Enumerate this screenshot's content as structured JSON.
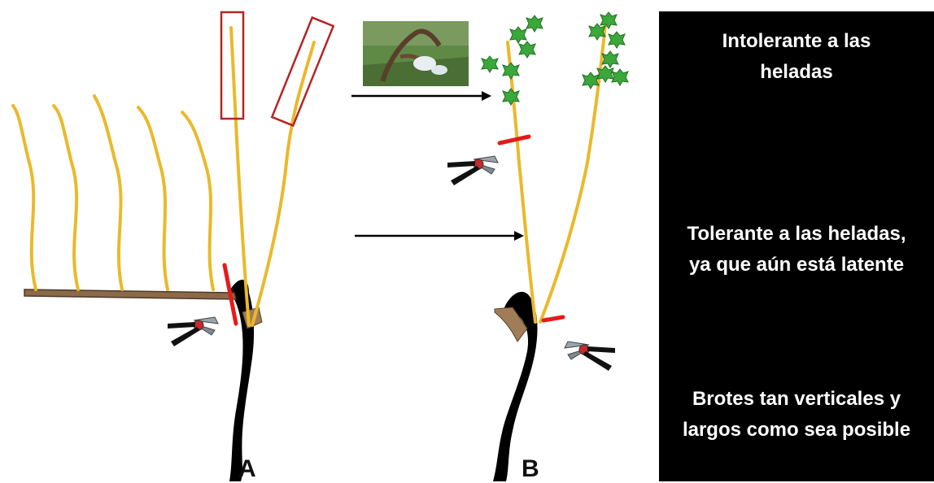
{
  "colors": {
    "cane": "#eab92b",
    "trunk": "#000000",
    "cordon": "#8a6a48",
    "cut_mark": "#e41b1b",
    "frame": "#b32525",
    "leaf": "#3aa83a",
    "panel_bg": "#000000",
    "panel_text": "#ffffff"
  },
  "icons": [
    "pruning-shears-icon",
    "vine-leaf-icon",
    "arrow-right-icon",
    "frost-photo"
  ],
  "labels": {
    "a": "A",
    "b": "B"
  },
  "panel": {
    "note1": "Intolerante a las heladas",
    "note2": "Tolerante a las heladas, ya que aún está latente",
    "note3": "Brotes tan verticales y largos como sea posible"
  }
}
